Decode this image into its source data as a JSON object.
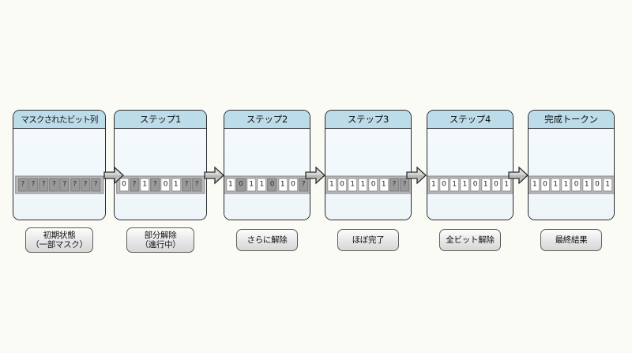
{
  "diagram": {
    "title_text": "",
    "background_color": "#fbfbf6",
    "header_color": "#bcdcea",
    "body_color": "#f2f8fb",
    "masked_cell_color": "#9a9a9a",
    "revealed_cell_color": "#ffffff",
    "arrow_color": "#c9c9c9",
    "stages": [
      {
        "id": "masked-bit-sequence",
        "header": "マスクされたビット列",
        "bits": [
          {
            "value": "?",
            "masked": true
          },
          {
            "value": "?",
            "masked": true
          },
          {
            "value": "?",
            "masked": true
          },
          {
            "value": "?",
            "masked": true
          },
          {
            "value": "?",
            "masked": true
          },
          {
            "value": "?",
            "masked": true
          },
          {
            "value": "?",
            "masked": true
          },
          {
            "value": "?",
            "masked": true
          }
        ],
        "caption_lines": [
          "初期状態",
          "（一部マスク）"
        ]
      },
      {
        "id": "step-1",
        "header": "ステップ1",
        "bits": [
          {
            "value": "0",
            "masked": false
          },
          {
            "value": "?",
            "masked": true
          },
          {
            "value": "1",
            "masked": false
          },
          {
            "value": "?",
            "masked": true
          },
          {
            "value": "0",
            "masked": false
          },
          {
            "value": "1",
            "masked": false
          },
          {
            "value": "?",
            "masked": true
          },
          {
            "value": "?",
            "masked": true
          }
        ],
        "caption_lines": [
          "部分解除",
          "（進行中）"
        ]
      },
      {
        "id": "step-2",
        "header": "ステップ2",
        "bits": [
          {
            "value": "1",
            "masked": false
          },
          {
            "value": "0",
            "masked": true
          },
          {
            "value": "1",
            "masked": false
          },
          {
            "value": "1",
            "masked": false
          },
          {
            "value": "0",
            "masked": true
          },
          {
            "value": "1",
            "masked": false
          },
          {
            "value": "0",
            "masked": false
          },
          {
            "value": "?",
            "masked": true
          }
        ],
        "caption_lines": [
          "さらに解除"
        ]
      },
      {
        "id": "step-3",
        "header": "ステップ3",
        "bits": [
          {
            "value": "1",
            "masked": false
          },
          {
            "value": "0",
            "masked": false
          },
          {
            "value": "1",
            "masked": false
          },
          {
            "value": "1",
            "masked": false
          },
          {
            "value": "0",
            "masked": false
          },
          {
            "value": "1",
            "masked": false
          },
          {
            "value": "?",
            "masked": true
          },
          {
            "value": "?",
            "masked": true
          }
        ],
        "caption_lines": [
          "ほぼ完了"
        ]
      },
      {
        "id": "step-4",
        "header": "ステップ4",
        "bits": [
          {
            "value": "1",
            "masked": false
          },
          {
            "value": "0",
            "masked": false
          },
          {
            "value": "1",
            "masked": false
          },
          {
            "value": "1",
            "masked": false
          },
          {
            "value": "0",
            "masked": false
          },
          {
            "value": "1",
            "masked": false
          },
          {
            "value": "0",
            "masked": false
          },
          {
            "value": "1",
            "masked": false
          }
        ],
        "caption_lines": [
          "全ビット解除"
        ]
      },
      {
        "id": "completed-token",
        "header": "完成トークン",
        "bits": [
          {
            "value": "1",
            "masked": false
          },
          {
            "value": "0",
            "masked": false
          },
          {
            "value": "1",
            "masked": false
          },
          {
            "value": "1",
            "masked": false
          },
          {
            "value": "0",
            "masked": false
          },
          {
            "value": "1",
            "masked": false
          },
          {
            "value": "0",
            "masked": false
          },
          {
            "value": "1",
            "masked": false
          }
        ],
        "caption_lines": [
          "最終結果"
        ]
      }
    ],
    "arrow_count": 5
  }
}
